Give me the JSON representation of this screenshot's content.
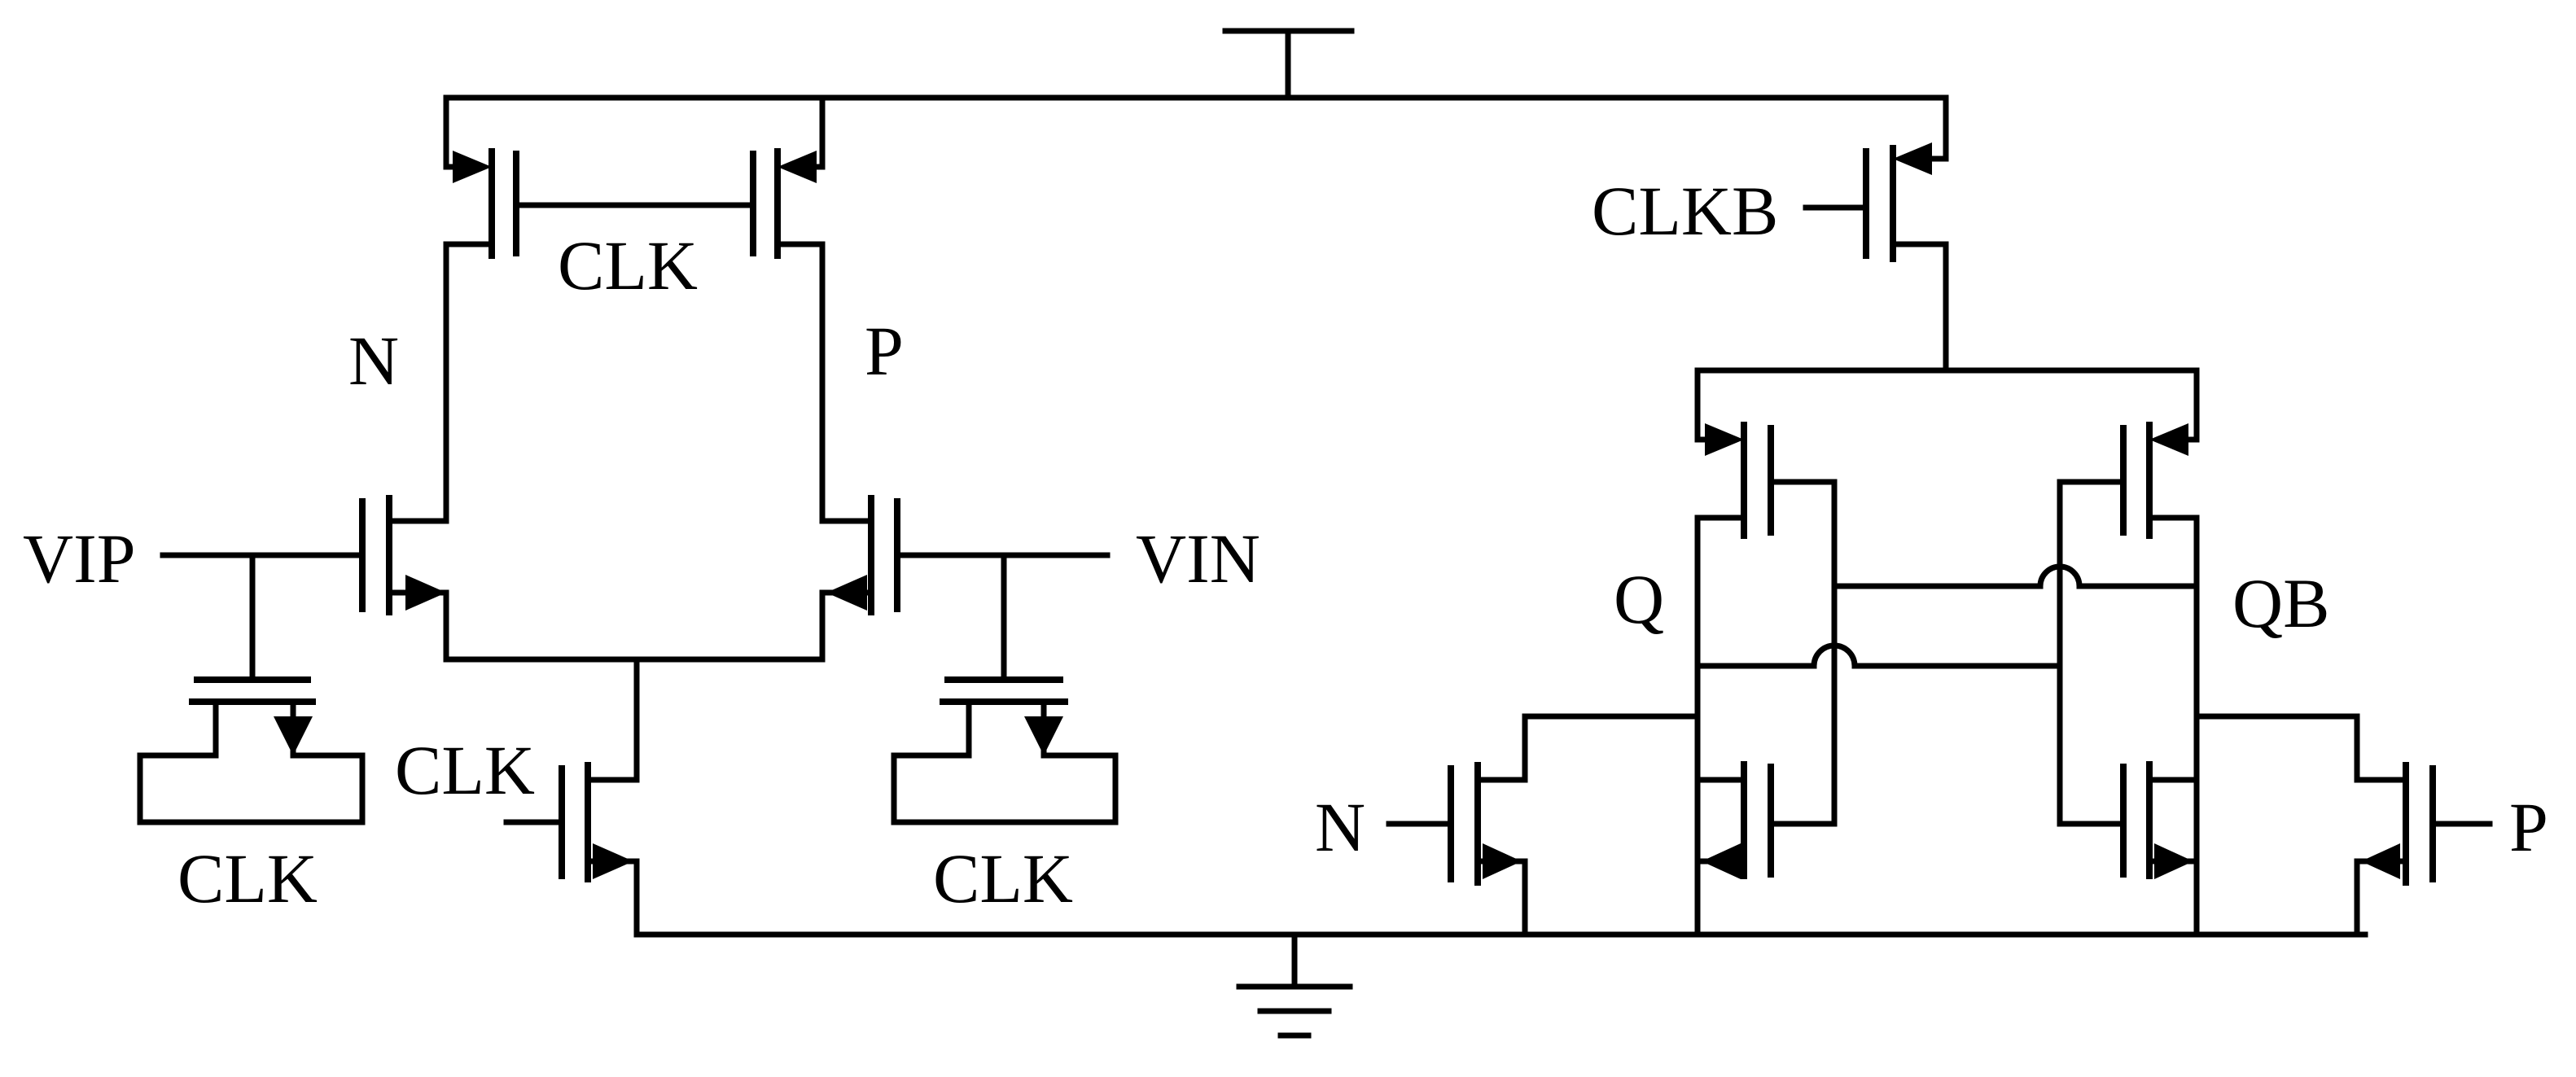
{
  "diagram": {
    "labels": {
      "clk_top": "CLK",
      "node_n": "N",
      "node_p": "P",
      "vip": "VIP",
      "vin": "VIN",
      "clk_tail": "CLK",
      "clk_cap_left": "CLK",
      "clk_cap_right": "CLK",
      "clkb": "CLKB",
      "q": "Q",
      "qb": "QB",
      "latch_in_n": "N",
      "latch_in_p": "P"
    }
  }
}
